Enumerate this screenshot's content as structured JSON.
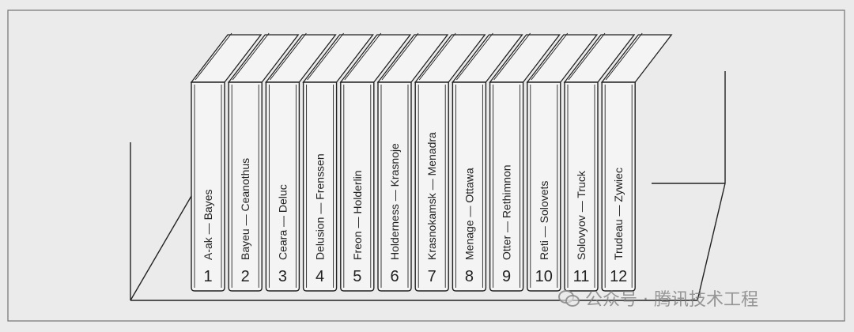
{
  "books": [
    {
      "title": "A-ak — Bayes",
      "number": "1"
    },
    {
      "title": "Bayeu — Ceanothus",
      "number": "2"
    },
    {
      "title": "Ceara — Deluc",
      "number": "3"
    },
    {
      "title": "Delusion — Frenssen",
      "number": "4"
    },
    {
      "title": "Freon — Holderlin",
      "number": "5"
    },
    {
      "title": "Holderness — Krasnoje",
      "number": "6"
    },
    {
      "title": "Krasnokamsk — Menadra",
      "number": "7"
    },
    {
      "title": "Menage — Ottawa",
      "number": "8"
    },
    {
      "title": "Otter — Rethimnon",
      "number": "9"
    },
    {
      "title": "Reti — Solovets",
      "number": "10"
    },
    {
      "title": "Solovyov — Truck",
      "number": "11"
    },
    {
      "title": "Trudeau — Zywiec",
      "number": "12"
    }
  ],
  "watermark": {
    "text": "公众号 · 腾讯技术工程",
    "icon": "wechat-icon"
  },
  "colors": {
    "background": "#ebebeb",
    "frame": "#7a7a7a",
    "line": "#222222",
    "book_fill": "#f4f4f4"
  }
}
